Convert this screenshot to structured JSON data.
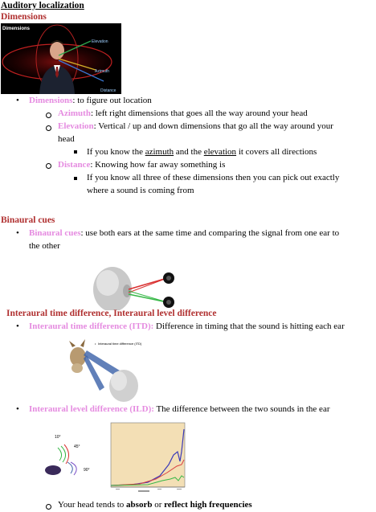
{
  "title": "Auditory localization",
  "section1": {
    "heading": "Dimensions",
    "figure": {
      "label_dimensions": "Dimensions",
      "label_elevation": "Elevation",
      "label_azimuth": "Azimuth",
      "label_distance": "Distance"
    },
    "b1_term": "Dimensions",
    "b1_text": ": to figure out location",
    "az_term": "Azimuth",
    "az_text": ": left right dimensions that goes all the way around your head",
    "el_term": "Elevation",
    "el_text_1": ": Vertical / up and down dimensions that go all the way around your",
    "el_text_2": "head",
    "sq1_a": "If you know the ",
    "sq1_az": "azimuth",
    "sq1_b": " and the ",
    "sq1_el": "elevation",
    "sq1_c": " it covers all directions",
    "dist_term": "Distance",
    "dist_text": ": Knowing how far away something is",
    "sq2_1": "If you know all three of these dimensions then you can pick out exactly",
    "sq2_2": "where a sound is coming from"
  },
  "section2": {
    "heading": "Binaural cues",
    "term": "Binaural cues",
    "text_1": ": use both ears at the same time and comparing the signal from one ear to",
    "text_2": "the other"
  },
  "section3": {
    "heading": "Interaural time difference, Interaural level difference",
    "itd_term": "Interaural time difference (ITD):",
    "itd_text": " Difference in timing that the sound is hitting each ear",
    "itd_fig_label": "Interaural time difference (ITD)",
    "ild_term": "Interaural level difference (ILD):",
    "ild_text": " The difference between the two sounds in the ear",
    "ild_fig": {
      "deg10": "10°",
      "deg45": "45°",
      "deg90": "90°"
    },
    "last_a": "Your head tends to ",
    "last_absorb": "absorb",
    "last_or": " or ",
    "last_reflect": "reflect high frequencies"
  },
  "colors": {
    "heading": "#b03030",
    "term": "#e58be0"
  }
}
